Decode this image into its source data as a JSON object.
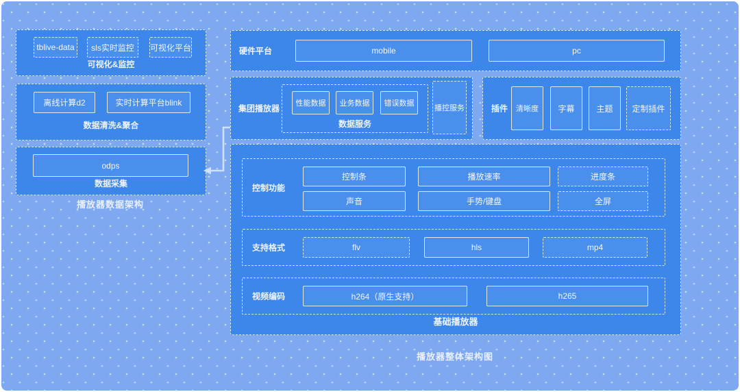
{
  "colors": {
    "background": "#7ea8f0",
    "box_fill": "#3d87ea",
    "border": "#e9f2fd",
    "text": "#ffffff",
    "faint_title": "#d6e5fb",
    "arrow": "#cfe2fb"
  },
  "left": {
    "viz": {
      "label": "可视化&监控",
      "items": [
        "tblive-data",
        "sls实时监控",
        "可视化平台"
      ]
    },
    "clean": {
      "label": "数据清洗&聚合",
      "items": [
        "离线计算d2",
        "实时计算平台blink"
      ]
    },
    "collect": {
      "label": "数据采集",
      "items": [
        "odps"
      ]
    },
    "title": "播放器数据架构"
  },
  "hardware": {
    "label": "硬件平台",
    "items": [
      "mobile",
      "pc"
    ]
  },
  "group_player": {
    "label": "集团播放器",
    "data_service": {
      "label": "数据服务",
      "items": [
        "性能数据",
        "业务数据",
        "错误数据"
      ]
    },
    "play_control": {
      "label": "播控服务"
    }
  },
  "plugins": {
    "label": "插件",
    "items": [
      "清晰度",
      "字幕",
      "主题",
      "定制插件"
    ]
  },
  "base_player": {
    "label": "基础播放器",
    "control": {
      "label": "控制功能",
      "items": [
        "控制条",
        "播放速率",
        "进度条",
        "声音",
        "手势/键盘",
        "全屏"
      ]
    },
    "formats": {
      "label": "支持格式",
      "items": [
        "flv",
        "hls",
        "mp4"
      ]
    },
    "codecs": {
      "label": "视频编码",
      "items": [
        "h264（原生支持）",
        "h265"
      ]
    }
  },
  "footer_title": "播放器整体架构图"
}
